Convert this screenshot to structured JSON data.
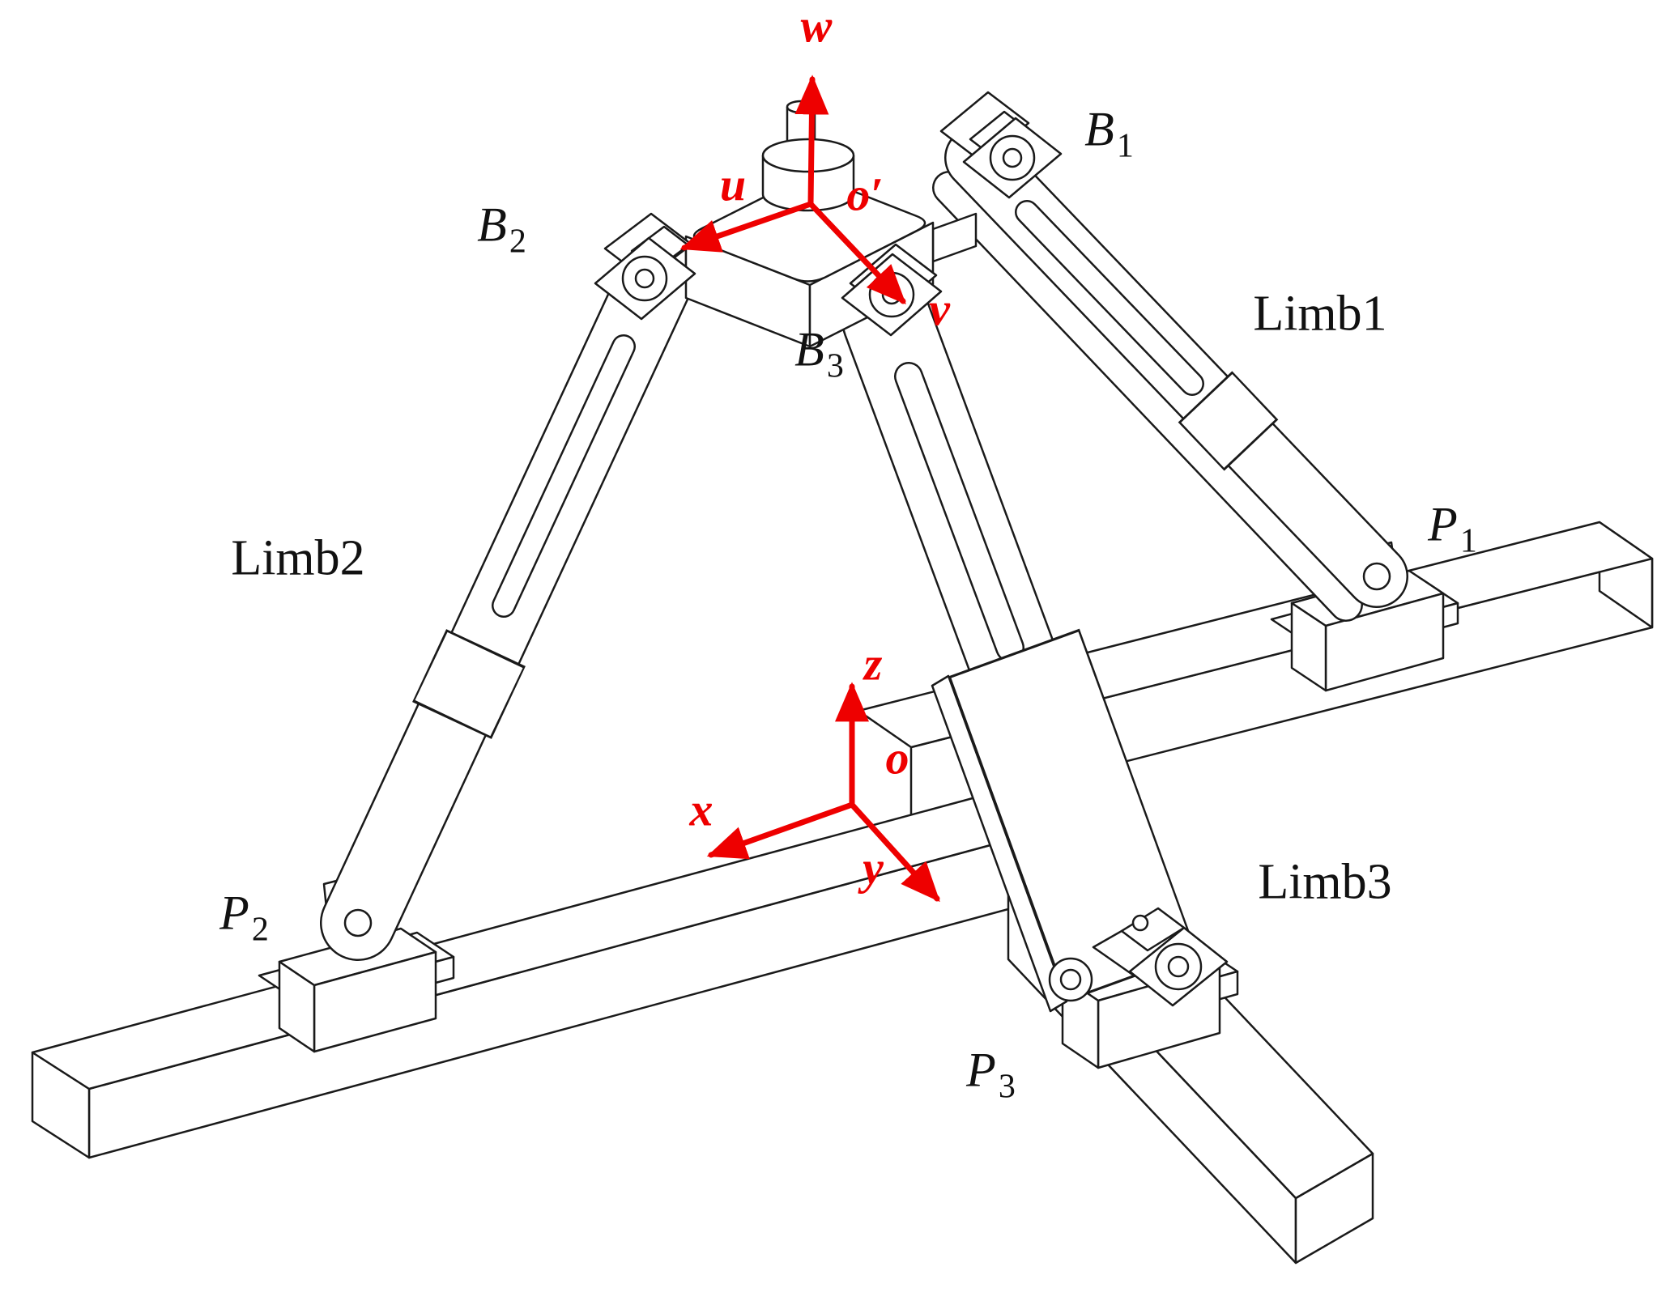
{
  "figure": {
    "type": "mechanism-diagram",
    "description": "Isometric line drawing of a 3-limb parallel manipulator with moving platform frame and fixed base frame",
    "colors": {
      "background": "#ffffff",
      "line": "#1a1a1a",
      "accent_red": "#ee0000"
    }
  },
  "labels": {
    "b1": {
      "main": "B",
      "sub": "1"
    },
    "b2": {
      "main": "B",
      "sub": "2"
    },
    "b3": {
      "main": "B",
      "sub": "3"
    },
    "p1": {
      "main": "P",
      "sub": "1"
    },
    "p2": {
      "main": "P",
      "sub": "2"
    },
    "p3": {
      "main": "P",
      "sub": "3"
    },
    "limb1": "Limb1",
    "limb2": "Limb2",
    "limb3": "Limb3"
  },
  "platform_frame": {
    "axis_w": "w",
    "axis_u": "u",
    "axis_v": "v",
    "origin": "o′"
  },
  "base_frame": {
    "axis_z": "z",
    "axis_x": "x",
    "axis_y": "y",
    "origin": "o"
  }
}
